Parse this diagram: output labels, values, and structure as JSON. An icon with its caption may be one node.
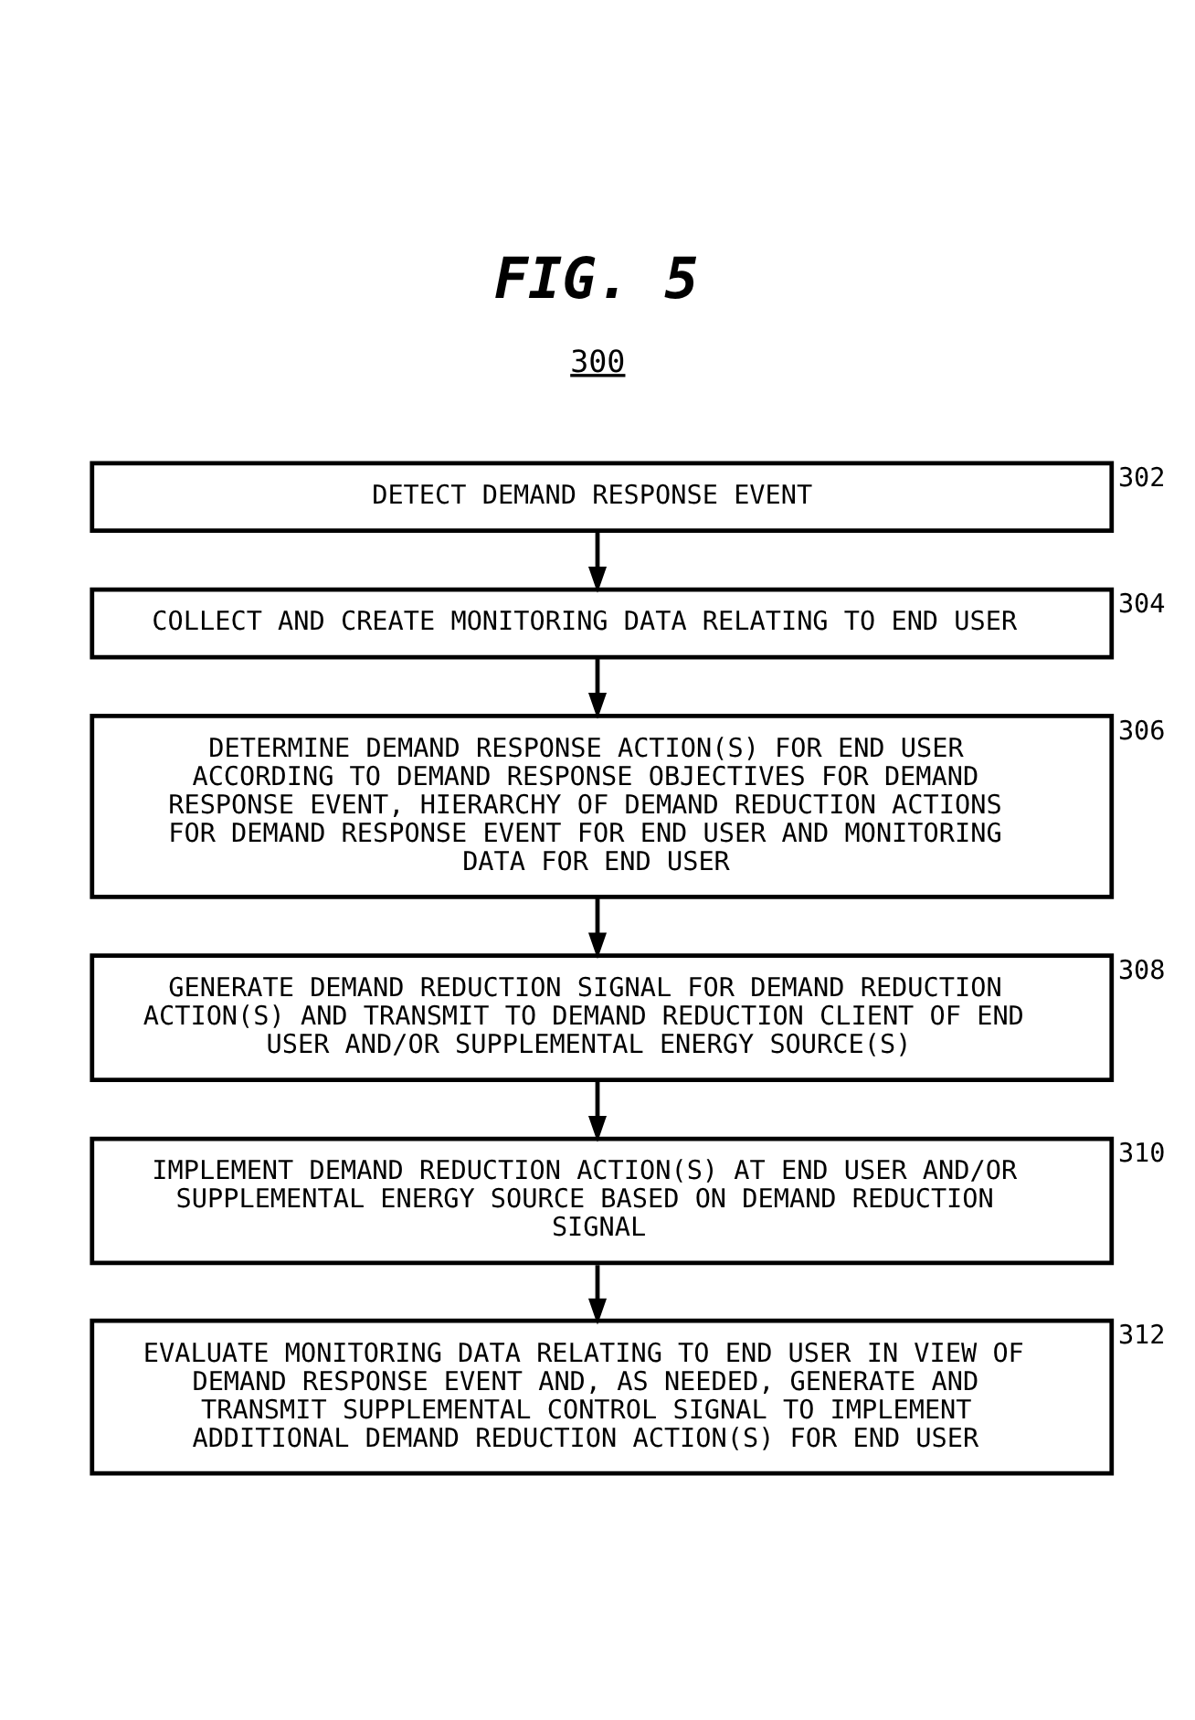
{
  "diagram": {
    "title": "FIG. 5",
    "nodes": [
      {
        "text": [
          "DETECT DEMAND RESPONSE EVENT"
        ],
        "beside": [
          "302"
        ]
      },
      {
        "text": [
          "COLLECT AND CREATE MONITORING DATA RELATING TO END USER"
        ],
        "beside": [
          "304"
        ]
      },
      {
        "text": [
          "DETERMINE DEMAND RESPONSE ACTION(S) FOR END USER ACCORDING TO DEMAND RESPONSE OBJECTIVES FOR DEMAND RESPONSE EVENT, HIERARCHY OF DEMAND REDUCTION ACTIONS FOR DEMAND RESPONSE EVENT FOR END USER AND MONITORING DATA FOR END USER"
        ],
        "beside": [
          "306"
        ]
      },
      {
        "text": [
          "GENERATE DEMAND REDUCTION SIGNAL FOR DEMAND REDUCTION ACTION(S) AND TRANSMIT TO DEMAND REDUCTION CLIENT OF END USER AND/OR SUPPLEMENTAL ENERGY SOURCE(S)"
        ],
        "beside": [
          "308"
        ]
      },
      {
        "text": [
          "IMPLEMENT DEMAND REDUCTION ACTION(S) AT END USER AND/OR SUPPLEMENTAL ENERGY SOURCE BASED ON DEMAND REDUCTION SIGNAL"
        ],
        "beside": [
          "310"
        ]
      },
      {
        "text": [
          "EVALUATE MONITORING DATA RELATING TO END USER IN VIEW OF DEMAND RESPONSE EVENT AND, AS NEEDED, GENERATE AND TRANSMIT SUPPLEMENTAL CONTROL SIGNAL TO IMPLEMENT ADDITIONAL DEMAND REDUCTION ACTION(S) FOR END USER"
        ],
        "beside": [
          "312"
        ]
      }
    ],
    "edges": [
      {
        "from": 0,
        "to": 1,
        "arrow": "to"
      },
      {
        "from": 1,
        "to": 2,
        "arrow": "to"
      },
      {
        "from": 2,
        "to": 3,
        "arrow": "to"
      },
      {
        "from": 3,
        "to": 4,
        "arrow": "to"
      },
      {
        "from": 4,
        "to": 5,
        "arrow": "to"
      }
    ],
    "labels": [
      "300"
    ]
  }
}
